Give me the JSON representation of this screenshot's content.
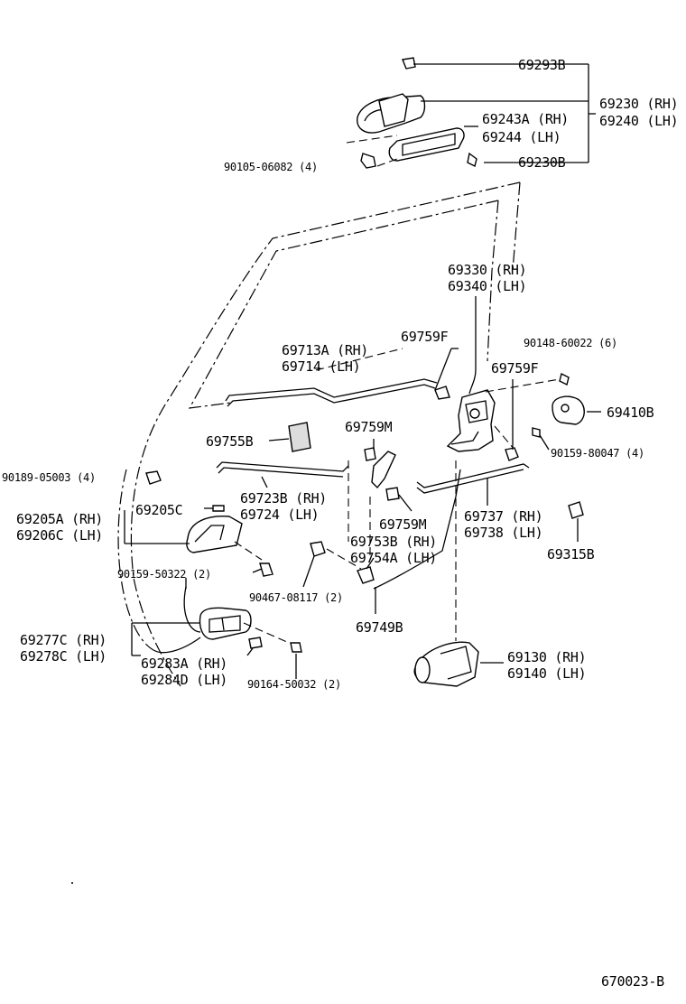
{
  "diagram_id": "670023-B",
  "labels": [
    {
      "id": "p69293B",
      "text": "69293B"
    },
    {
      "id": "p69230",
      "text": "69230 (RH)"
    },
    {
      "id": "p69240",
      "text": "69240 (LH)"
    },
    {
      "id": "p69243A",
      "text": "69243A (RH)"
    },
    {
      "id": "p69244",
      "text": "69244   (LH)"
    },
    {
      "id": "p90105",
      "text": "90105-06082 (4)"
    },
    {
      "id": "p69230B",
      "text": "69230B"
    },
    {
      "id": "p69330",
      "text": "69330 (RH)"
    },
    {
      "id": "p69340",
      "text": "69340 (LH)"
    },
    {
      "id": "p69713A",
      "text": "69713A (RH)"
    },
    {
      "id": "p69714",
      "text": "69714   (LH)"
    },
    {
      "id": "p69759F_a",
      "text": "69759F"
    },
    {
      "id": "p90148",
      "text": "90148-60022 (6)"
    },
    {
      "id": "p69759F_b",
      "text": "69759F"
    },
    {
      "id": "p69410B",
      "text": "69410B"
    },
    {
      "id": "p69759M_a",
      "text": "69759M"
    },
    {
      "id": "p69755B",
      "text": "69755B"
    },
    {
      "id": "p90159_80047",
      "text": "90159-80047 (4)"
    },
    {
      "id": "p90189",
      "text": "90189-05003 (4)"
    },
    {
      "id": "p69723B",
      "text": "69723B (RH)"
    },
    {
      "id": "p69724",
      "text": "69724   (LH)"
    },
    {
      "id": "p69205C",
      "text": "69205C"
    },
    {
      "id": "p69205A",
      "text": "69205A (RH)"
    },
    {
      "id": "p69206C",
      "text": "69206C (LH)"
    },
    {
      "id": "p69759M_b",
      "text": "69759M"
    },
    {
      "id": "p69737",
      "text": "69737 (RH)"
    },
    {
      "id": "p69738",
      "text": "69738 (LH)"
    },
    {
      "id": "p69753B",
      "text": "69753B (RH)"
    },
    {
      "id": "p69754A",
      "text": "69754A (LH)"
    },
    {
      "id": "p69315B",
      "text": "69315B"
    },
    {
      "id": "p90159_50322",
      "text": "90159-50322 (2)"
    },
    {
      "id": "p90467",
      "text": "90467-08117 (2)"
    },
    {
      "id": "p69749B",
      "text": "69749B"
    },
    {
      "id": "p69277C",
      "text": "69277C (RH)"
    },
    {
      "id": "p69278C",
      "text": "69278C (LH)"
    },
    {
      "id": "p69283A",
      "text": "69283A (RH)"
    },
    {
      "id": "p69284D",
      "text": "69284D (LH)"
    },
    {
      "id": "p69130",
      "text": "69130 (RH)"
    },
    {
      "id": "p69140",
      "text": "69140 (LH)"
    },
    {
      "id": "p90164",
      "text": "90164-50032 (2)"
    }
  ]
}
